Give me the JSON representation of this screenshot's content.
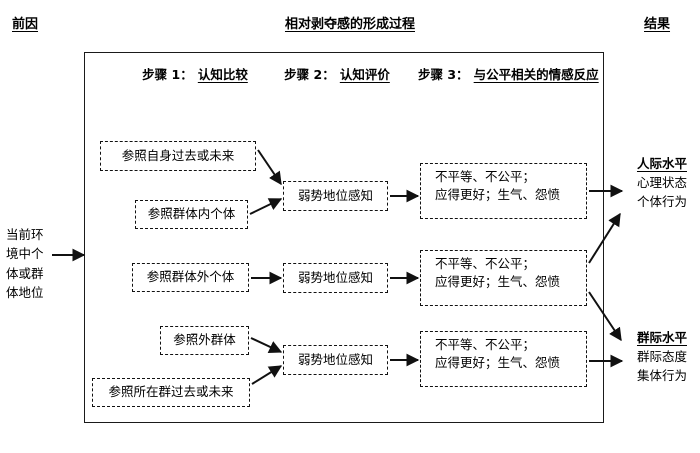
{
  "header": {
    "left_label": "前因",
    "center_title": "相对剥夺感的形成过程",
    "right_label": "结果"
  },
  "steps": [
    {
      "number": "步骤 1：",
      "name": "认知比较"
    },
    {
      "number": "步骤 2：",
      "name": "认知评价"
    },
    {
      "number": "步骤 3：",
      "name": "与公平相关的情感反应"
    }
  ],
  "antecedent": {
    "lines": [
      "当前环",
      "境中个",
      "体或群",
      "体地位"
    ]
  },
  "comparison_nodes": [
    {
      "label": "参照自身过去或未来"
    },
    {
      "label": "参照群体内个体"
    },
    {
      "label": "参照群体外个体"
    },
    {
      "label": "参照外群体"
    },
    {
      "label": "参照所在群过去或未来"
    }
  ],
  "appraisal_nodes": [
    {
      "label": "弱势地位感知"
    },
    {
      "label": "弱势地位感知"
    },
    {
      "label": "弱势地位感知"
    }
  ],
  "emotion_nodes": [
    {
      "line1": "不平等、不公平；",
      "line2": "应得更好；生气、怨愤"
    },
    {
      "line1": "不平等、不公平；",
      "line2": "应得更好；生气、怨愤"
    },
    {
      "line1": "不平等、不公平；",
      "line2": "应得更好；生气、怨愤"
    }
  ],
  "outcomes": [
    {
      "title": "人际水平",
      "line1": "心理状态",
      "line2": "个体行为"
    },
    {
      "title": "群际水平",
      "line1": "群际态度",
      "line2": "集体行为"
    }
  ],
  "colors": {
    "stroke": "#111111",
    "frame": "#1a1a1a",
    "background": "#ffffff"
  }
}
